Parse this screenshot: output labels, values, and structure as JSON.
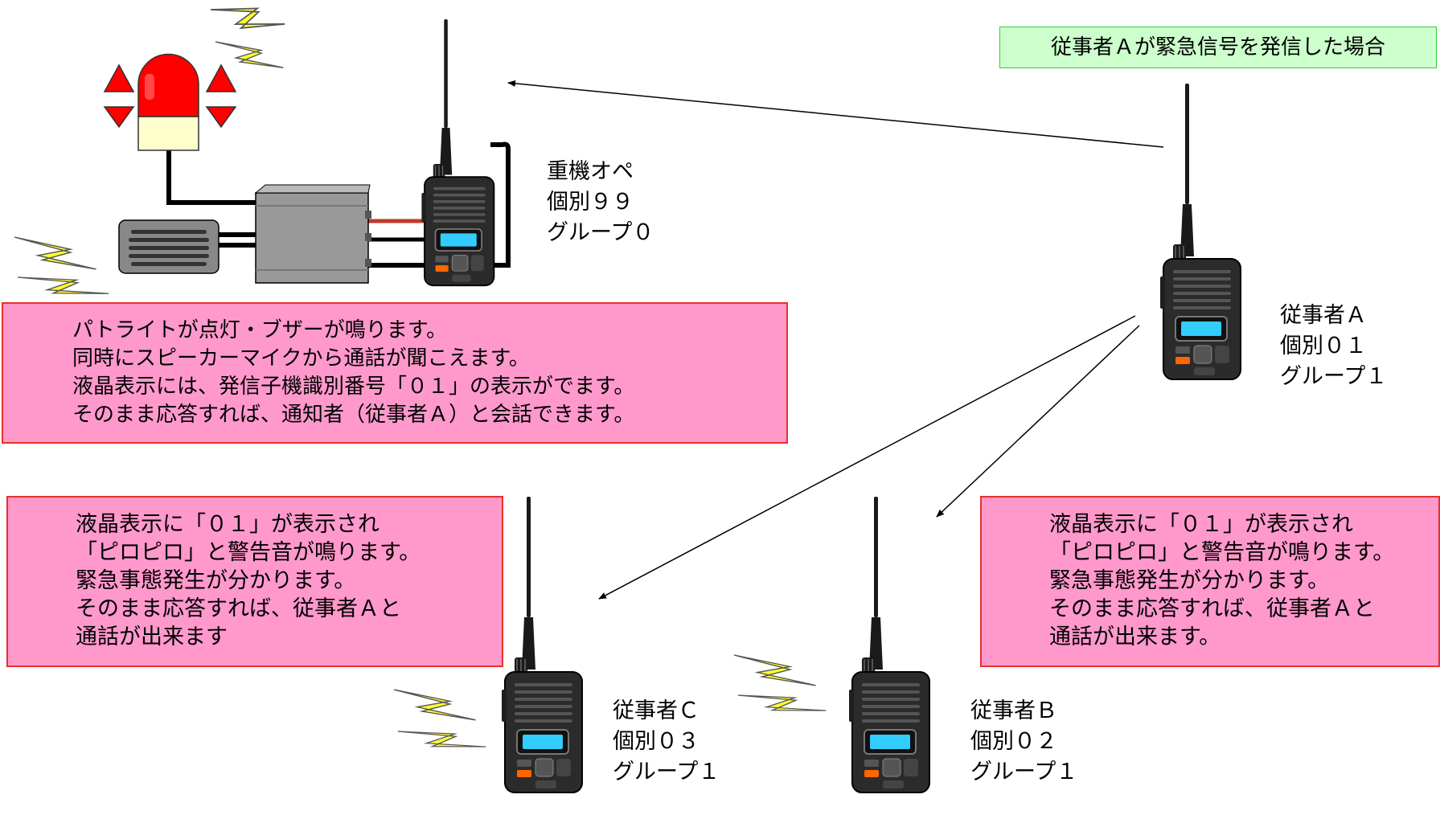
{
  "scenario_title": "従事者Ａが緊急信号を発信した場合",
  "stations": {
    "heavy_operator": {
      "name": "重機オペ",
      "individual": "個別９９",
      "group": "グループ０"
    },
    "worker_a": {
      "name": "従事者Ａ",
      "individual": "個別０１",
      "group": "グループ１"
    },
    "worker_b": {
      "name": "従事者Ｂ",
      "individual": "個別０２",
      "group": "グループ１"
    },
    "worker_c": {
      "name": "従事者Ｃ",
      "individual": "個別０３",
      "group": "グループ１"
    }
  },
  "notes": {
    "operator": [
      "パトライトが点灯・ブザーが鳴ります。",
      "同時にスピーカーマイクから通話が聞こえます。",
      "液晶表示には、発信子機識別番号「０１」の表示がでます。",
      "そのまま応答すれば、通知者（従事者Ａ）と会話できます。"
    ],
    "worker_c": [
      "液晶表示に「０１」が表示され",
      "「ピロピロ」と警告音が鳴ります。",
      "緊急事態発生が分かります。",
      "そのまま応答すれば、従事者Ａと",
      "通話が出来ます"
    ],
    "worker_b": [
      "液晶表示に「０１」が表示され",
      "「ピロピロ」と警告音が鳴ります。",
      "緊急事態発生が分かります。",
      "そのまま応答すれば、従事者Ａと",
      "通話が出来ます。"
    ]
  },
  "colors": {
    "note_fill": "#ff99cc",
    "note_border": "#e8302a",
    "title_fill": "#ccffcc",
    "title_border": "#33cc33",
    "lamp_red": "#ff0000",
    "bolt_yellow": "#ffff33",
    "radio_body": "#2b2b2b",
    "lcd": "#33ccff",
    "radio_button_orange": "#ff6600"
  },
  "icons": [
    "radio-transceiver-icon",
    "rotating-warning-light-icon",
    "buzzer-speaker-icon",
    "control-box-icon",
    "lightning-bolt-icon",
    "warning-triangle-icon"
  ]
}
